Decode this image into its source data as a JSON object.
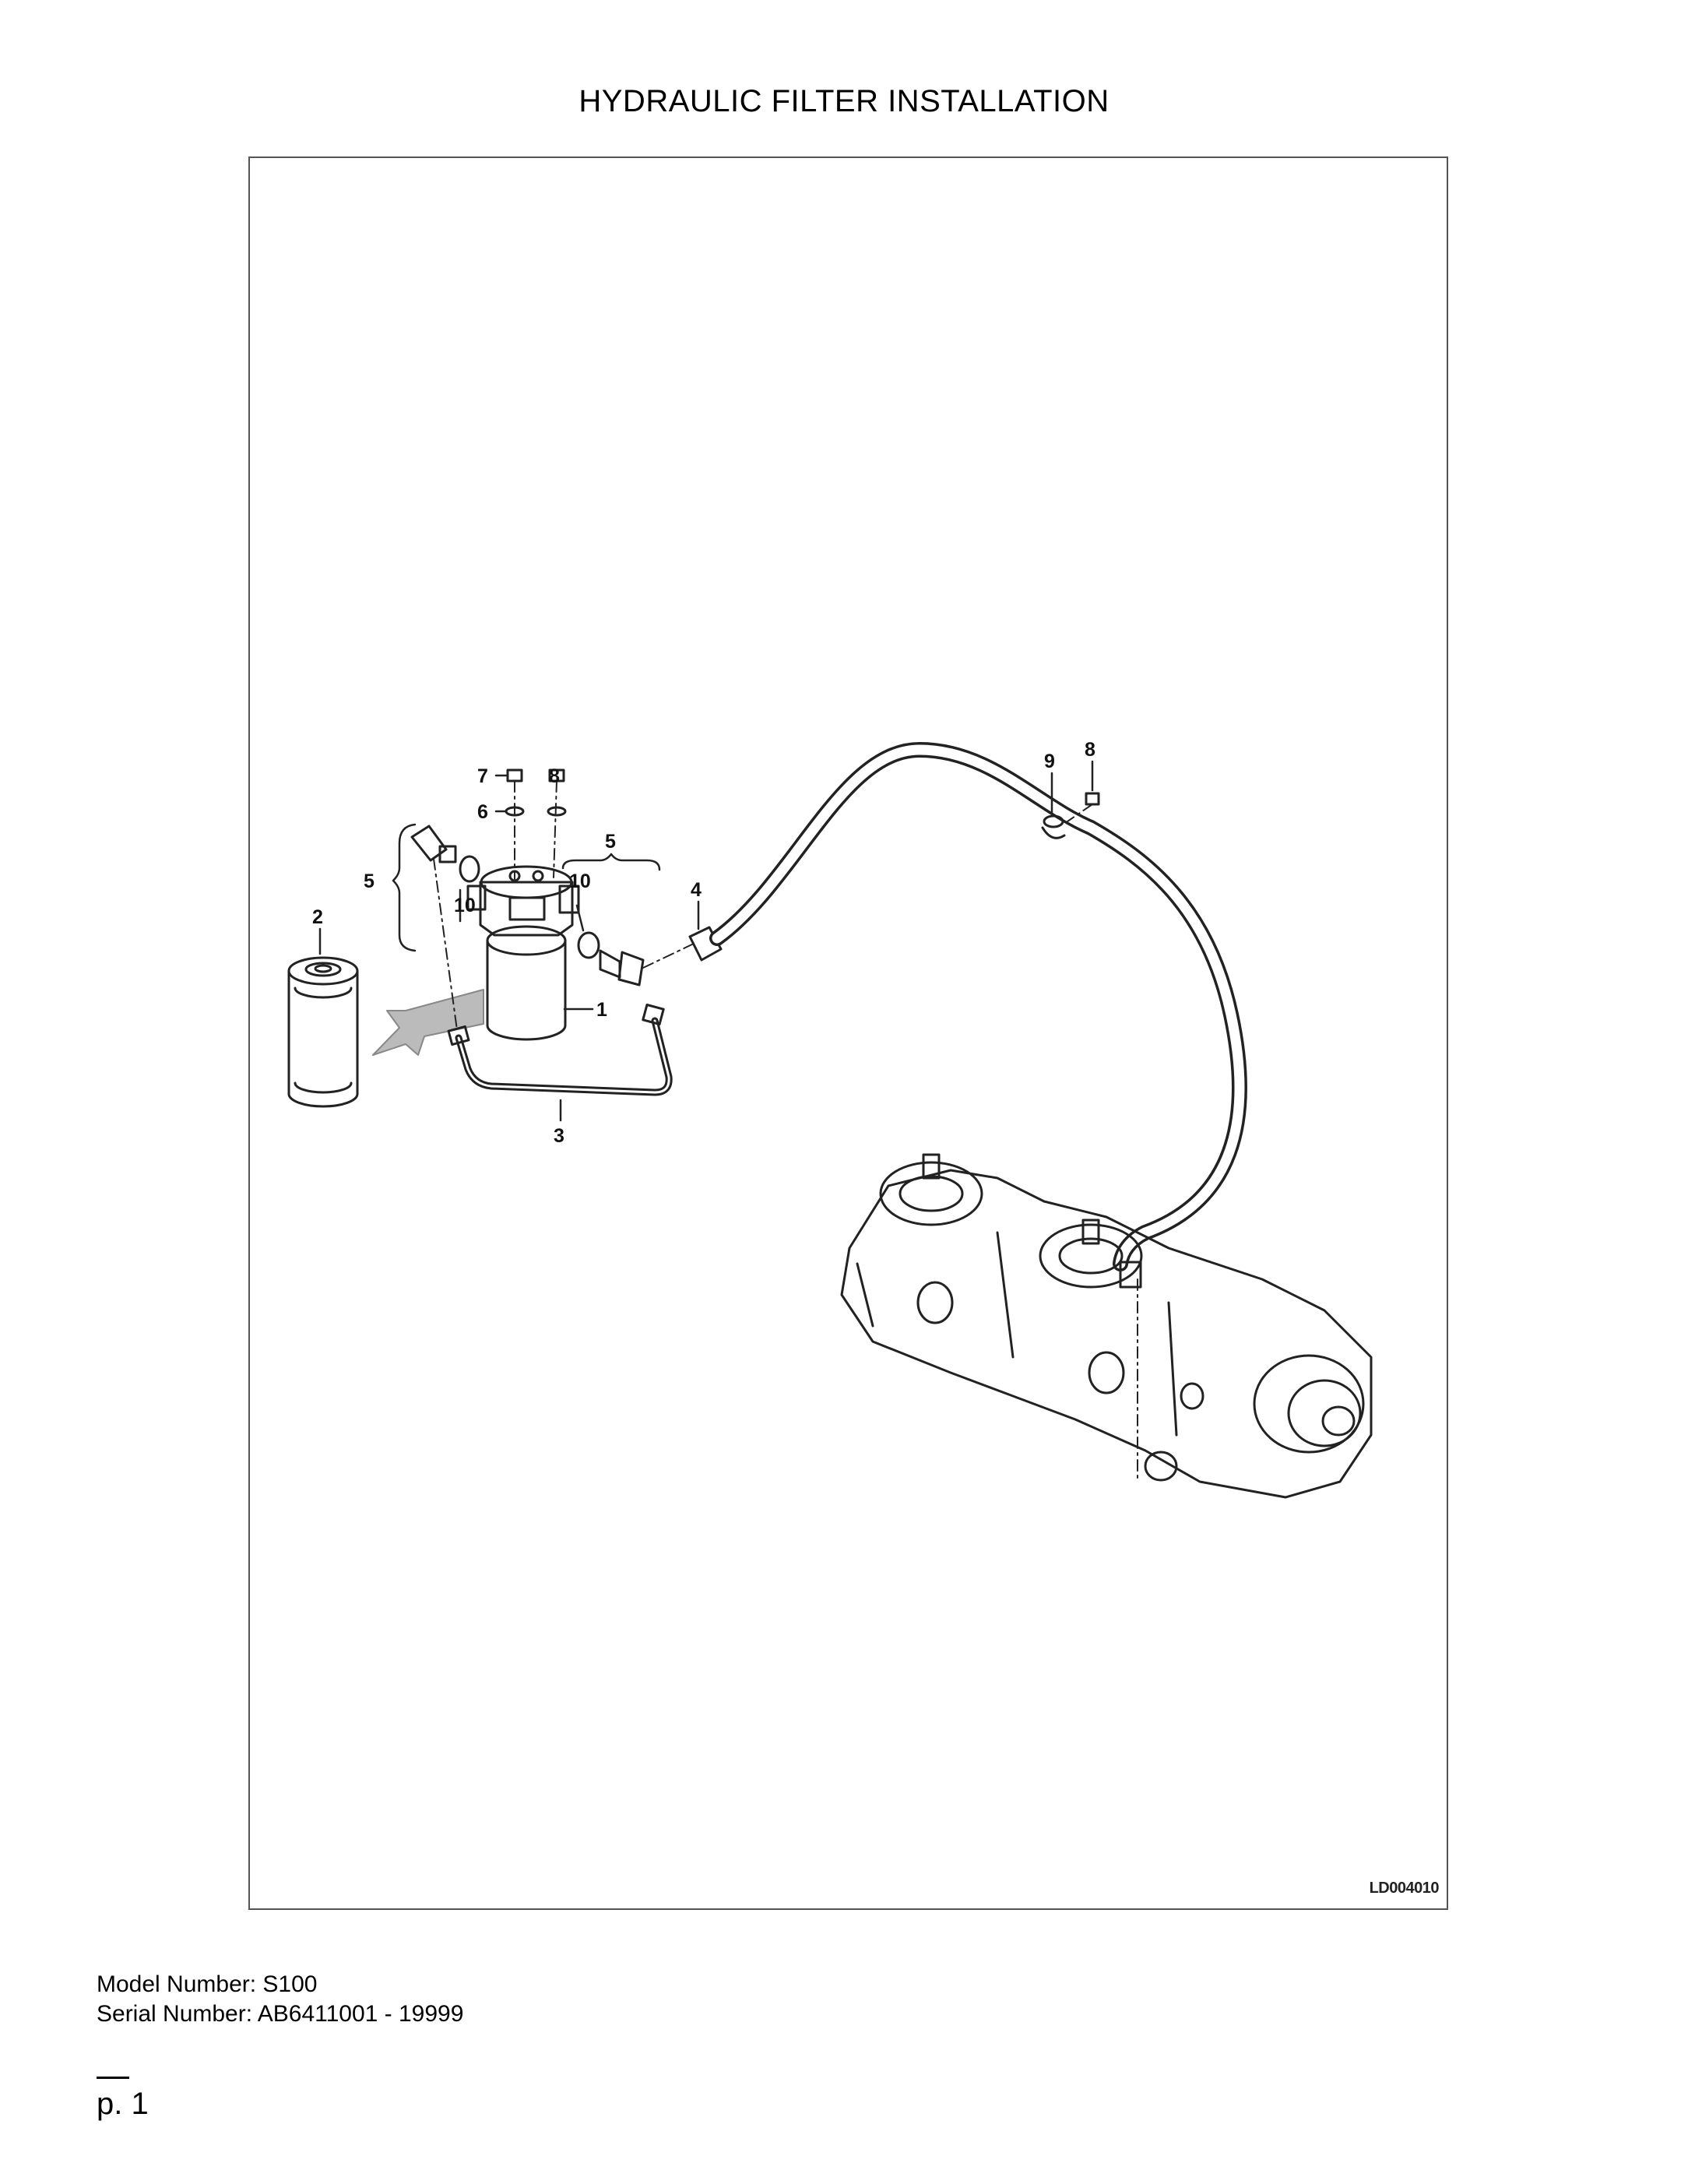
{
  "title": "HYDRAULIC FILTER INSTALLATION",
  "diagram": {
    "image_code": "LD004010",
    "callouts": [
      "1",
      "2",
      "3",
      "4",
      "5",
      "5",
      "6",
      "7",
      "8",
      "8",
      "9",
      "10",
      "10"
    ]
  },
  "model_number": "Model Number: S100",
  "serial_number": "Serial Number: AB6411001 - 19999",
  "page": "p. 1"
}
